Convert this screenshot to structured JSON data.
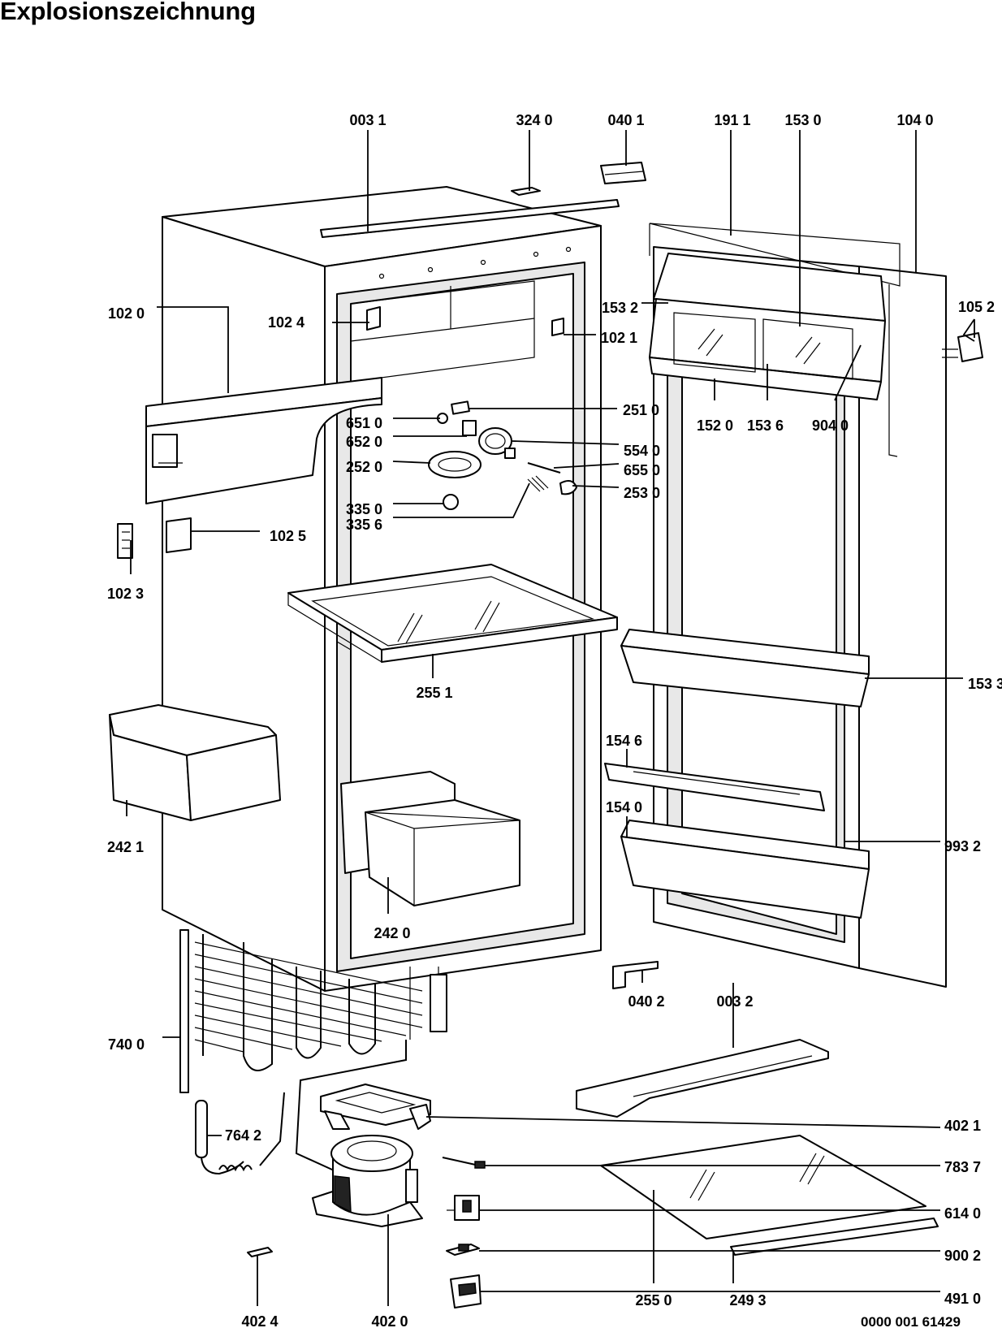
{
  "title": "Explosionszeichnung",
  "drawing_number": "0000 001 61429",
  "part_labels": [
    "003 1",
    "324 0",
    "040 1",
    "191 1",
    "153 0",
    "104 0",
    "102 0",
    "102 4",
    "153 2",
    "102 1",
    "105 2",
    "251 0",
    "152 0",
    "153 6",
    "904 0",
    "651 0",
    "652 0",
    "554 0",
    "252 0",
    "655 0",
    "253 0",
    "335 0",
    "335 6",
    "102 5",
    "102 3",
    "255 1",
    "153 3",
    "154 6",
    "242 1",
    "154 0",
    "993 2",
    "242 0",
    "040 2",
    "003 2",
    "740 0",
    "402 1",
    "764 2",
    "783 7",
    "614 0",
    "900 2",
    "255 0",
    "249 3",
    "491 0",
    "402 4",
    "402 0"
  ]
}
